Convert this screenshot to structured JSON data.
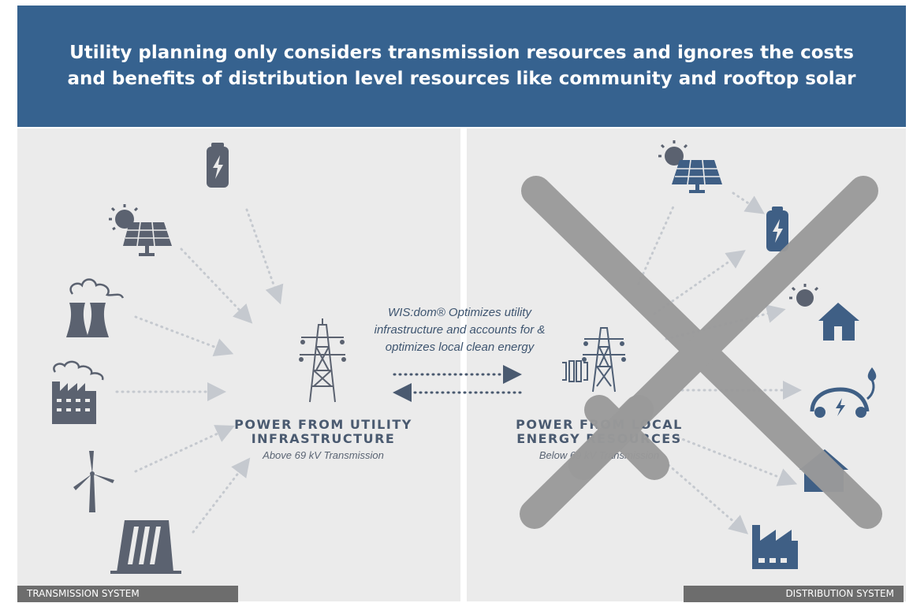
{
  "title": "Utility planning only considers transmission resources and ignores the costs and benefits of distribution level resources like community and rooftop solar",
  "left_heading_1": "POWER FROM UTILITY",
  "left_heading_2": "INFRASTRUCTURE",
  "left_sub": "Above 69 kV Transmission",
  "right_heading_1": "POWER FROM LOCAL",
  "right_heading_2": "ENERGY RESOURCES",
  "right_sub": "Below 69 kV Transmission",
  "center_caption": "WIS:dom® Optimizes utility infrastructure and accounts for & optimizes local clean energy",
  "left_tag": "TRANSMISSION SYSTEM",
  "right_tag": "DISTRIBUTION SYSTEM",
  "colors": {
    "banner": "#36628f",
    "icon": "#5b6270",
    "icon_blue": "#3f5f85",
    "cross": "#9a9a9a",
    "panel": "#ebebeb"
  },
  "left_icons": [
    "battery-icon",
    "solar-panel-icon",
    "nuclear-plant-icon",
    "factory-plant-icon",
    "wind-turbine-icon",
    "hydro-dam-icon"
  ],
  "right_icons": [
    "solar-panel-icon",
    "battery-icon",
    "solar-home-icon",
    "electric-car-icon",
    "home-icon",
    "factory-icon"
  ]
}
